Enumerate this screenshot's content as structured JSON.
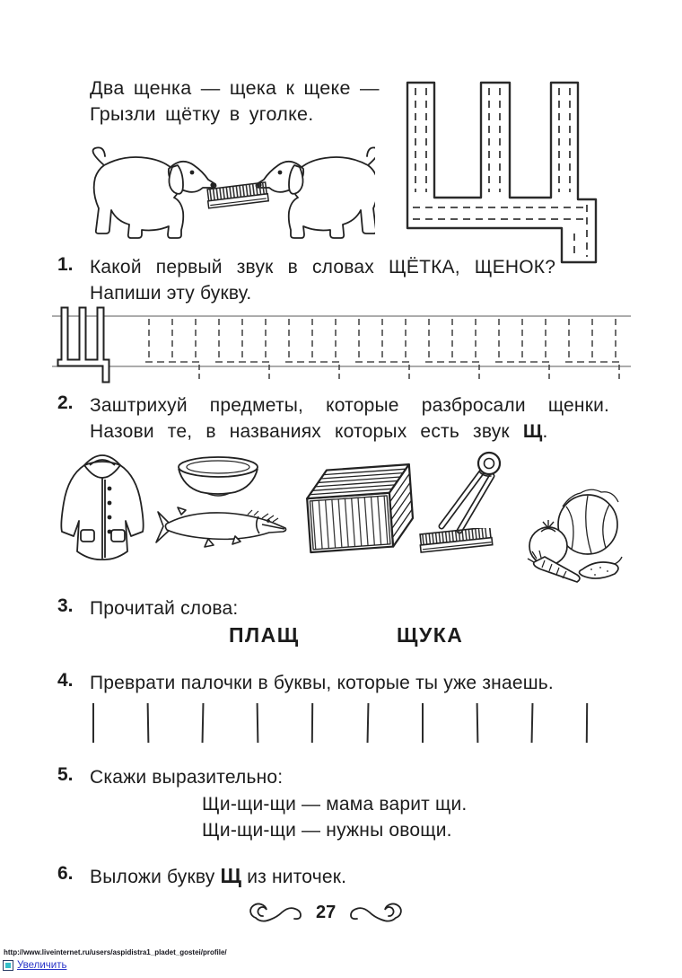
{
  "poem": {
    "line1": "Два щенка — щека к щеке —",
    "line2": "Грызли щётку в уголке."
  },
  "trace_letter": "Щ",
  "task1": {
    "num": "1.",
    "line1": "Какой первый звук в словах ЩЁТКА, ЩЕНОК?",
    "line2": "Напиши эту букву."
  },
  "task2": {
    "num": "2.",
    "line1": "Заштрихуй предметы, которые разбросали щенки.",
    "line2_pre": "Назови те, в названиях которых есть звук ",
    "line2_bold": "Щ",
    "line2_post": "."
  },
  "task3": {
    "num": "3.",
    "line1": "Прочитай слова:",
    "word1": "ПЛАЩ",
    "word2": "ЩУКА"
  },
  "task4": {
    "num": "4.",
    "line1": "Преврати палочки в буквы, которые ты уже знаешь.",
    "sticks_count": 10
  },
  "task5": {
    "num": "5.",
    "line1": "Скажи выразительно:",
    "line2": "Щи-щи-щи — мама варит щи.",
    "line3": "Щи-щи-щи — нужны овощи."
  },
  "task6": {
    "num": "6.",
    "line1_pre": "Выложи букву ",
    "line1_bold": "Щ",
    "line1_post": " из ниточек."
  },
  "footer": {
    "page_number": "27"
  },
  "caption": {
    "url": "http://www.liveinternet.ru/users/aspidistra1_pladet_gostei/profile/",
    "link_label": "Увеличить"
  },
  "illustrations": {
    "puppies": "two-puppies-gnawing-brush",
    "objects": [
      "coat",
      "bowl",
      "pike-fish",
      "crate",
      "pliers",
      "brush",
      "vegetables"
    ]
  },
  "colors": {
    "ink": "#1c1c1c",
    "link_blue": "#2a35c8",
    "icon_teal": "#35bfc9"
  }
}
